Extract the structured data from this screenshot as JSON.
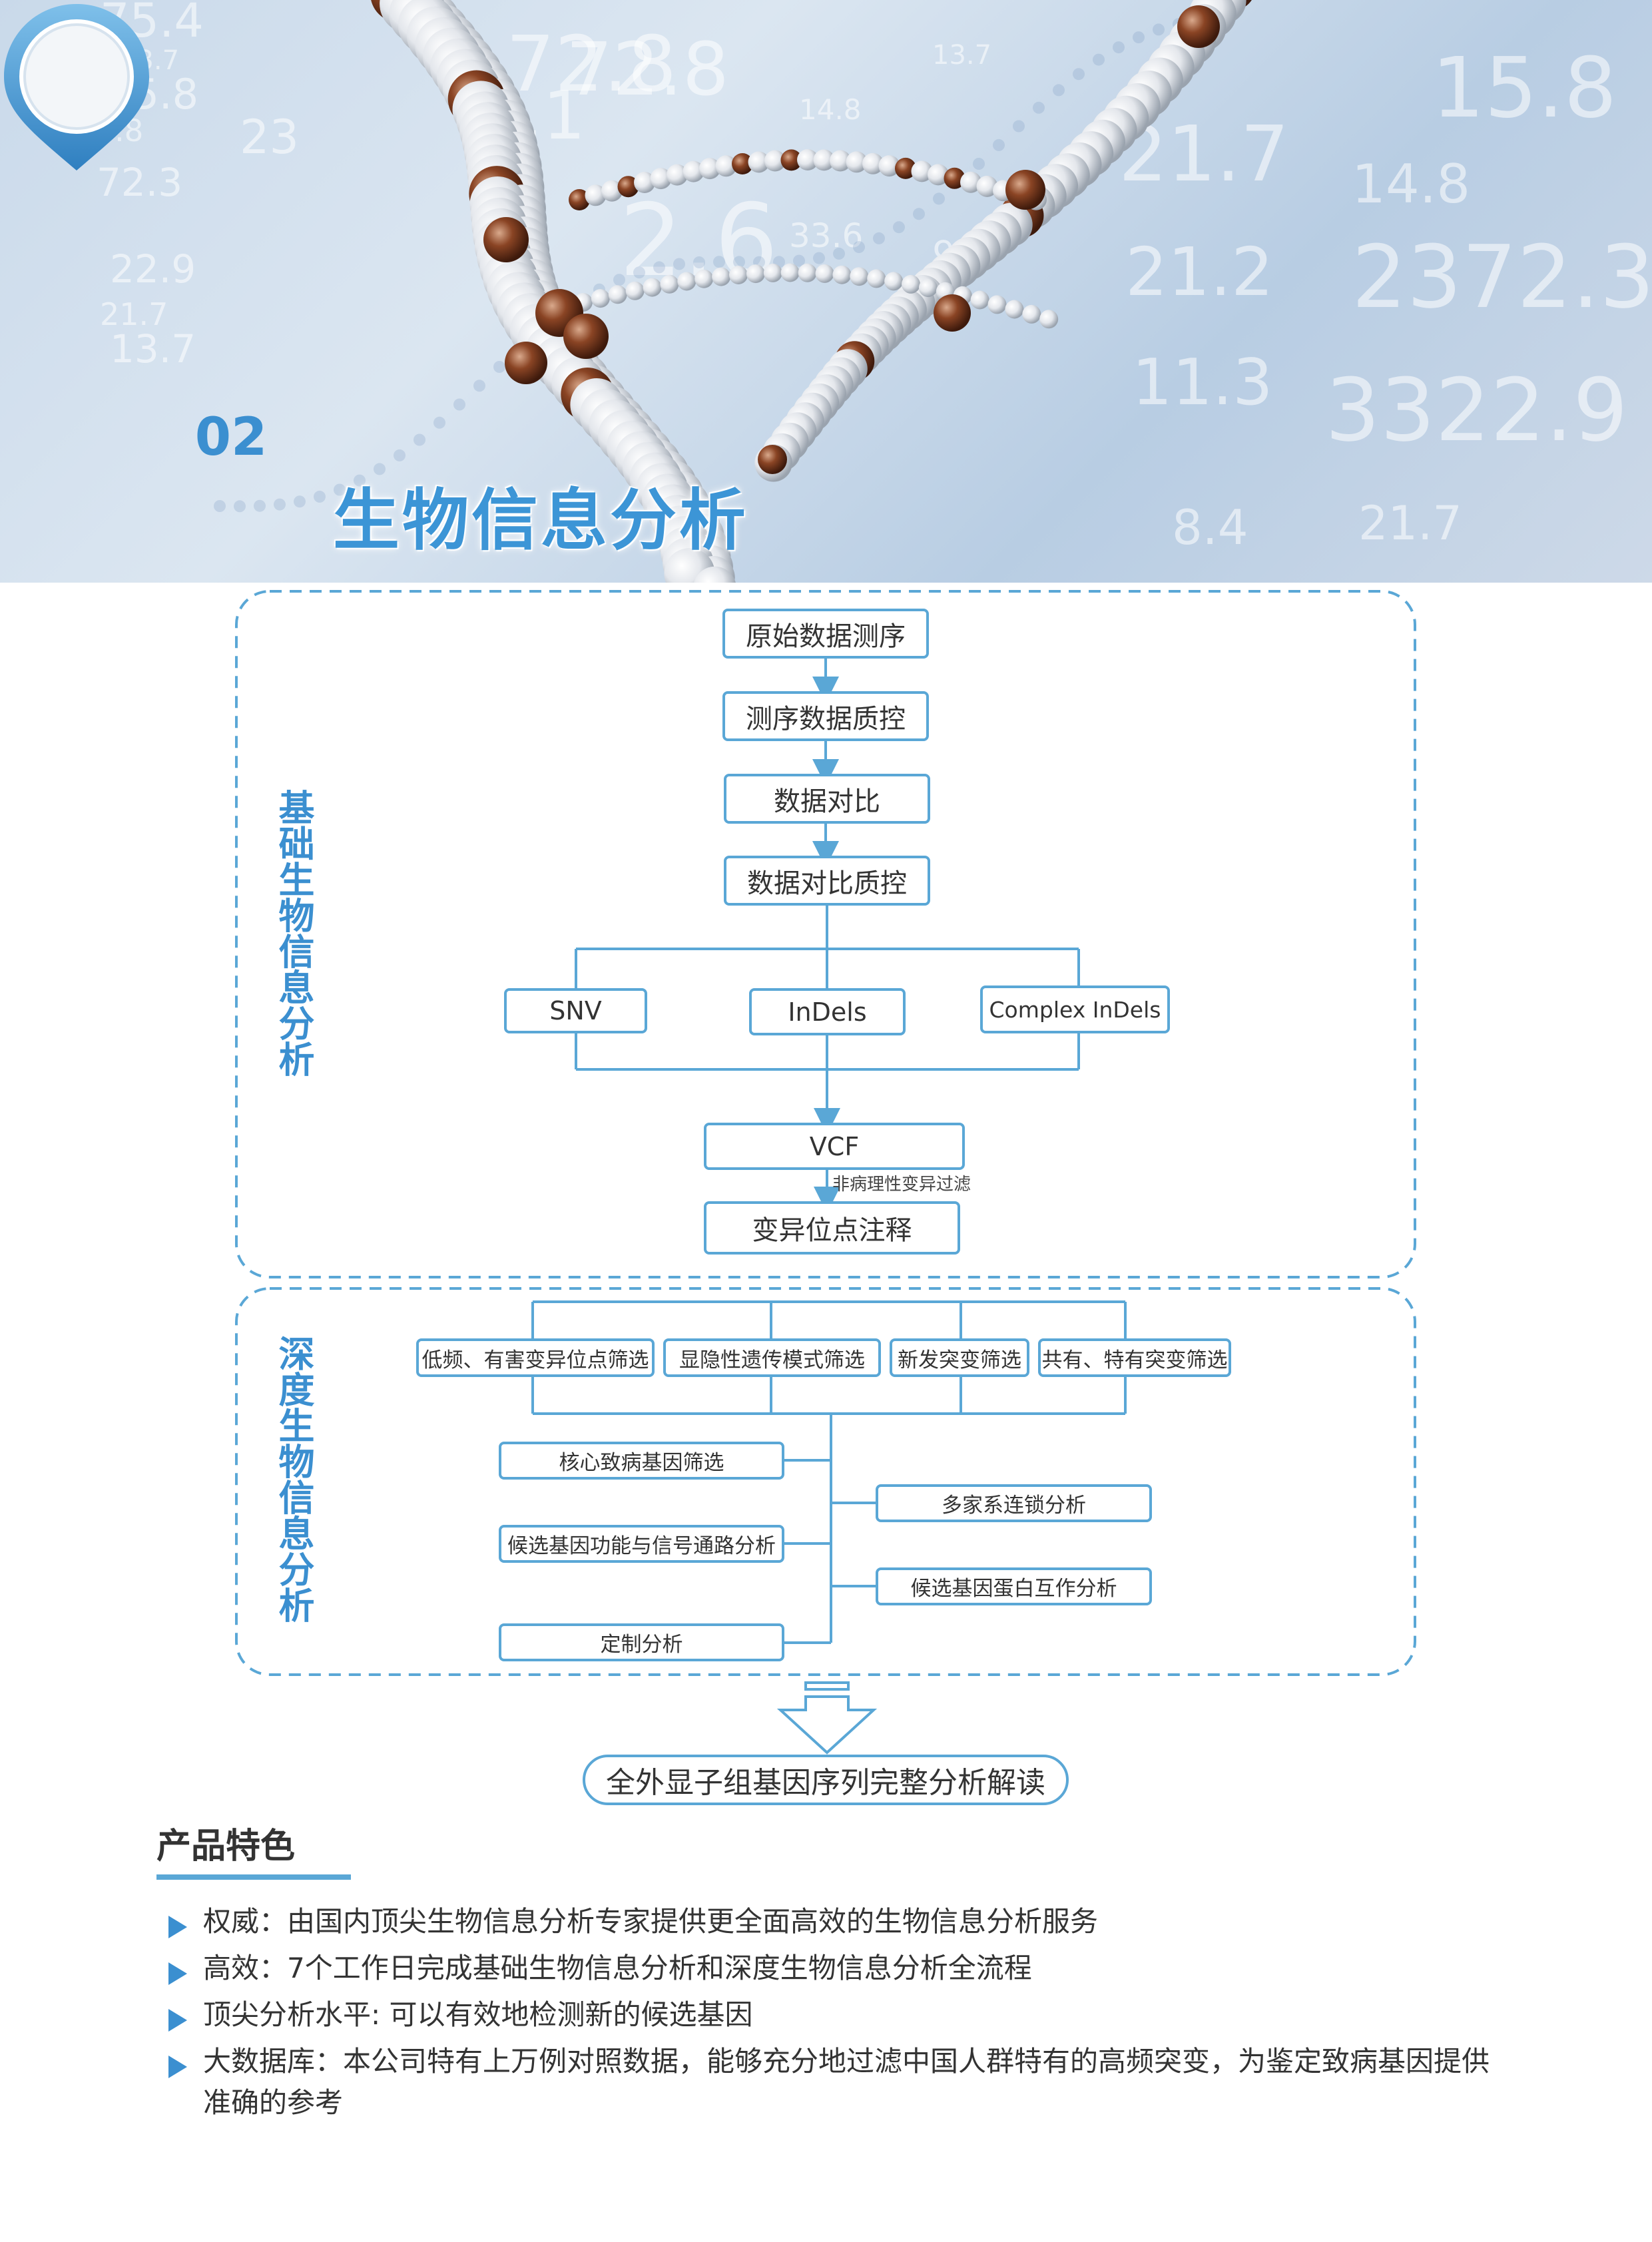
{
  "hero": {
    "badge_number": "02",
    "title": "生物信息分析",
    "bg_numbers": [
      "75.4",
      "15.8",
      "13.7",
      "14.8",
      "23",
      "72.3",
      "22.9",
      "21.7",
      "13.7",
      "72.8",
      "4.1",
      "72.8",
      "14.8",
      "2.6",
      "33.6",
      "13.7",
      "15.8",
      "21.7",
      "14.8",
      "21.2",
      "2372.3",
      "11.3",
      "3322.9",
      "8.4",
      "21.7",
      "9"
    ]
  },
  "flow": {
    "basic_label": "基础生物信息分析",
    "deep_label": "深度生物信息分析",
    "step1": "原始数据测序",
    "step2": "测序数据质控",
    "step3": "数据对比",
    "step4": "数据对比质控",
    "snv": "SNV",
    "indels": "InDels",
    "complex_indels": "Complex InDels",
    "vcf": "VCF",
    "filter_note": "非病理性变异过滤",
    "annotation": "变异位点注释",
    "filters": [
      "低频、有害变异位点筛选",
      "显隐性遗传模式筛选",
      "新发突变筛选",
      "共有、特有突变筛选"
    ],
    "left_analyses": [
      "核心致病基因筛选",
      "候选基因功能与信号通路分析",
      "定制分析"
    ],
    "right_analyses": [
      "多家系连锁分析",
      "候选基因蛋白互作分析"
    ],
    "final": "全外显子组基因序列完整分析解读"
  },
  "features": {
    "title": "产品特色",
    "items": [
      "权威：由国内顶尖生物信息分析专家提供更全面高效的生物信息分析服务",
      "高效：7个工作日完成基础生物信息分析和深度生物信息分析全流程",
      "顶尖分析水平: 可以有效地检测新的候选基因",
      "大数据库：本公司特有上万例对照数据，能够充分地过滤中国人群特有的高频突变，为鉴定致病基因提供准确的参考"
    ]
  },
  "colors": {
    "accent": "#3b8fd0",
    "box_border": "#5aa7d6",
    "bead_white": "#eef0f3",
    "bead_brown": "#7a3a1e"
  },
  "icons": [
    "dna-helix-illustration",
    "location-pin-badge-icon",
    "down-arrow-icon",
    "triangle-bullet-icon"
  ]
}
